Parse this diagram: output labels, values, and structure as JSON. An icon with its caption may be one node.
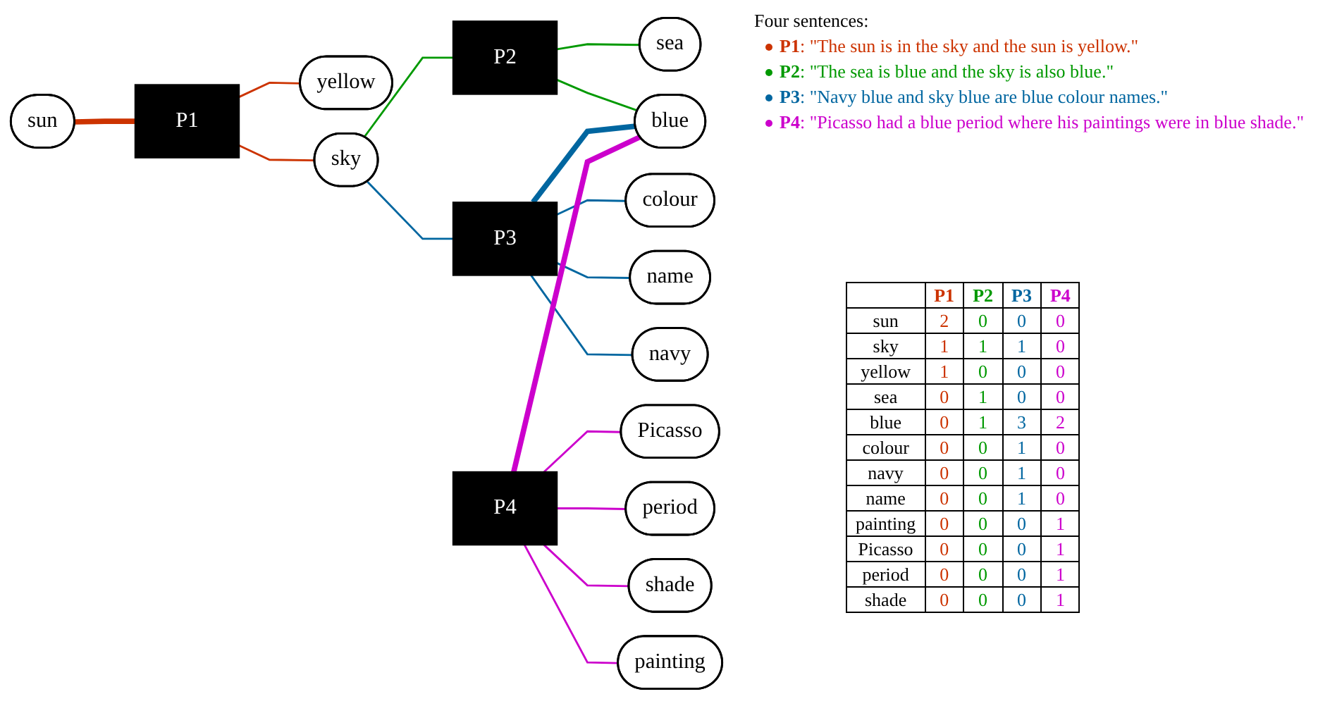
{
  "diagram": {
    "nodes": [
      {
        "text": [
          "sun"
        ]
      },
      {
        "text": [
          "P1"
        ]
      },
      {
        "text": [
          "yellow"
        ]
      },
      {
        "text": [
          "sky"
        ]
      },
      {
        "text": [
          "colour"
        ]
      },
      {
        "text": [
          "P3"
        ]
      },
      {
        "text": [
          "P2"
        ]
      },
      {
        "text": [
          "name"
        ]
      },
      {
        "text": [
          "blue"
        ]
      },
      {
        "text": [
          "Picasso"
        ]
      },
      {
        "text": [
          "navy"
        ]
      },
      {
        "text": [
          "sea"
        ]
      },
      {
        "text": [
          "period"
        ]
      },
      {
        "text": [
          "P4"
        ]
      },
      {
        "text": [
          "shade"
        ]
      },
      {
        "text": [
          "painting"
        ]
      }
    ],
    "edges": [
      {
        "from": 0,
        "to": 1,
        "arrow": "none",
        "style": "thick",
        "color": "#cc3300"
      },
      {
        "from": 1,
        "to": 2,
        "arrow": "none",
        "color": "#cc3300"
      },
      {
        "from": 1,
        "to": 3,
        "arrow": "none",
        "color": "#cc3300"
      },
      {
        "from": 3,
        "to": 6,
        "arrow": "none",
        "color": "#009900"
      },
      {
        "from": 6,
        "to": 11,
        "arrow": "none",
        "color": "#009900"
      },
      {
        "from": 6,
        "to": 8,
        "arrow": "none",
        "color": "#009900"
      },
      {
        "from": 3,
        "to": 5,
        "arrow": "none",
        "color": "#0066a0"
      },
      {
        "from": 5,
        "to": 4,
        "arrow": "none",
        "color": "#0066a0"
      },
      {
        "from": 5,
        "to": 7,
        "arrow": "none",
        "color": "#0066a0"
      },
      {
        "from": 5,
        "to": 10,
        "arrow": "none",
        "color": "#0066a0"
      },
      {
        "from": 5,
        "to": 8,
        "arrow": "none",
        "style": "thick",
        "color": "#0066a0"
      },
      {
        "from": 13,
        "to": 8,
        "arrow": "none",
        "style": "thick",
        "color": "#cc00cc"
      },
      {
        "from": 13,
        "to": 9,
        "arrow": "none",
        "color": "#cc00cc"
      },
      {
        "from": 13,
        "to": 12,
        "arrow": "none",
        "color": "#cc00cc"
      },
      {
        "from": 13,
        "to": 14,
        "arrow": "none",
        "color": "#cc00cc"
      },
      {
        "from": 13,
        "to": 15,
        "arrow": "none",
        "color": "#cc00cc"
      }
    ],
    "labels": [
      "Four sentences:",
      "**P1**: \"The sun is in the sky and the sun is yellow.\"",
      "**P2**: \"The sea is blue and the sky is also blue.\"",
      "**P3**: \"Navy blue and sky blue are blue colour names.\"",
      "**P4**: \"Picasso had a blue period where his paintings were in blue shade.\"",
      "P1",
      "P2",
      "P3",
      "P4",
      "sun",
      "2",
      "0",
      "0",
      "0",
      "sky",
      "1",
      "1",
      "1",
      "0",
      "yellow",
      "1",
      "0",
      "0",
      "0",
      "sea",
      "0",
      "1",
      "0",
      "0",
      "blue",
      "0",
      "1",
      "3",
      "2",
      "colour",
      "0",
      "0",
      "1",
      "0",
      "navy",
      "0",
      "0",
      "1",
      "0",
      "name",
      "0",
      "0",
      "1",
      "0",
      "painting",
      "0",
      "0",
      "0",
      "1",
      "Picasso",
      "0",
      "0",
      "0",
      "1",
      "period",
      "0",
      "0",
      "0",
      "1",
      "shade",
      "0",
      "0",
      "0",
      "1"
    ]
  }
}
